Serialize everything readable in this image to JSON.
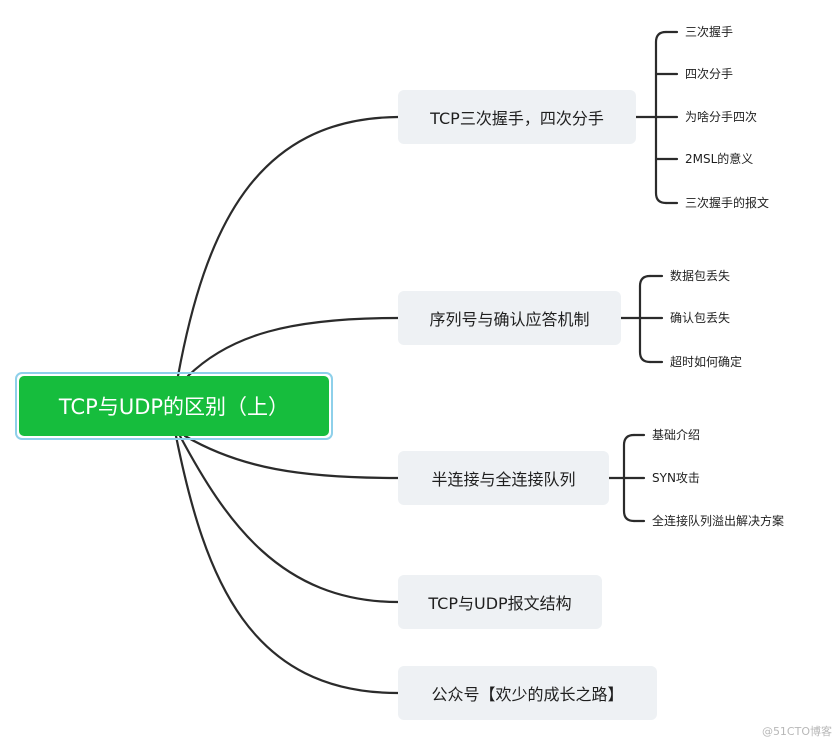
{
  "mindmap": {
    "root": {
      "label": "TCP与UDP的区别（上）"
    },
    "branches": [
      {
        "label": "TCP三次握手，四次分手",
        "children": [
          "三次握手",
          "四次分手",
          "为啥分手四次",
          "2MSL的意义",
          "三次握手的报文"
        ]
      },
      {
        "label": "序列号与确认应答机制",
        "children": [
          "数据包丢失",
          "确认包丢失",
          "超时如何确定"
        ]
      },
      {
        "label": "半连接与全连接队列",
        "children": [
          "基础介绍",
          "SYN攻击",
          "全连接队列溢出解决方案"
        ]
      },
      {
        "label": "TCP与UDP报文结构",
        "children": []
      },
      {
        "label": "公众号【欢少的成长之路】",
        "children": []
      }
    ]
  },
  "watermark": "@51CTO博客",
  "colors": {
    "root_fill": "#16bd3d",
    "root_outline": "#8ed0ea",
    "branch_fill": "#eef1f4",
    "connector": "#2b2b2b"
  }
}
